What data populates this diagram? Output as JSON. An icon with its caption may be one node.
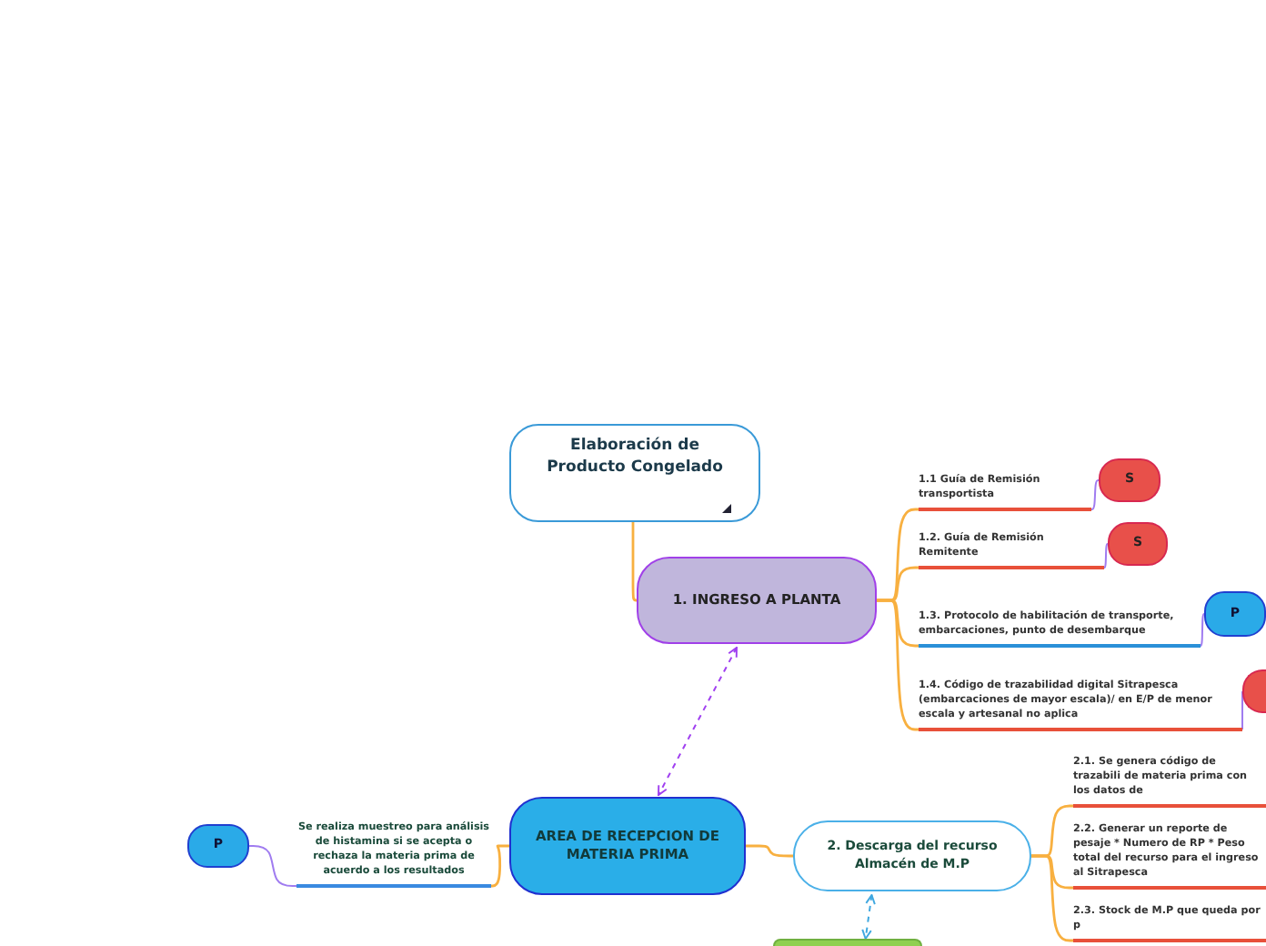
{
  "diagram": {
    "nodes": [
      {
        "text": [
          "Elaboración de Producto Congelado"
        ]
      },
      {
        "text": [
          "1. INGRESO A PLANTA"
        ]
      },
      {
        "text": [
          "1.1 Guía de Remisión transportista"
        ]
      },
      {
        "text": [
          "S"
        ]
      },
      {
        "text": [
          "1.2. Guía de Remisión Remitente"
        ]
      },
      {
        "text": [
          "S"
        ]
      },
      {
        "text": [
          "1.3. Protocolo de habilitación de transporte, embarcaciones, punto de desembarque"
        ]
      },
      {
        "text": [
          "P"
        ]
      },
      {
        "text": [
          "1.4. Código de trazabilidad digital Sitrapesca (embarcaciones de mayor escala)/ en E/P de menor escala y artesanal no aplica"
        ]
      },
      {
        "text": [],
        "shape": "box"
      },
      {
        "text": [
          "AREA DE RECEPCION DE MATERIA PRIMA"
        ]
      },
      {
        "text": [
          "Se realiza muestreo para análisis de histamina si se acepta o rechaza la materia prima de acuerdo a los resultados"
        ]
      },
      {
        "text": [
          "P"
        ]
      },
      {
        "text": [
          "2. Descarga del recurso Almacén de M.P"
        ]
      },
      {
        "text": [
          "2.1. Se genera código de trazabili de materia prima con los datos de"
        ]
      },
      {
        "text": [
          "2.2. Generar un reporte de pesaje * Numero de RP * Peso total del recurso para el ingreso al Sitrapesca"
        ]
      },
      {
        "text": [
          "2.3. Stock de M.P que queda por p"
        ]
      },
      {
        "text": [],
        "shape": "box"
      }
    ],
    "edges": [
      {
        "from": 0,
        "to": 1,
        "arrow": "none"
      },
      {
        "from": 1,
        "to": 2,
        "arrow": "none"
      },
      {
        "from": 2,
        "to": 3,
        "arrow": "none",
        "color": "#a07cf0"
      },
      {
        "from": 1,
        "to": 4,
        "arrow": "none"
      },
      {
        "from": 4,
        "to": 5,
        "arrow": "none",
        "color": "#a07cf0"
      },
      {
        "from": 1,
        "to": 6,
        "arrow": "none"
      },
      {
        "from": 6,
        "to": 7,
        "arrow": "none",
        "color": "#a07cf0"
      },
      {
        "from": 1,
        "to": 8,
        "arrow": "none"
      },
      {
        "from": 8,
        "to": 9,
        "arrow": "none",
        "color": "#a07cf0"
      },
      {
        "from": 1,
        "to": 10,
        "arrow": "both",
        "style": "dashed",
        "color": "#a040f0"
      },
      {
        "from": 10,
        "to": 11,
        "arrow": "none"
      },
      {
        "from": 11,
        "to": 12,
        "arrow": "none",
        "color": "#a07cf0"
      },
      {
        "from": 10,
        "to": 13,
        "arrow": "none"
      },
      {
        "from": 13,
        "to": 14,
        "arrow": "none"
      },
      {
        "from": 13,
        "to": 15,
        "arrow": "none"
      },
      {
        "from": 13,
        "to": 16,
        "arrow": "none"
      },
      {
        "from": 13,
        "to": 17,
        "arrow": "both",
        "style": "dashed",
        "color": "#40a8e0"
      }
    ]
  }
}
